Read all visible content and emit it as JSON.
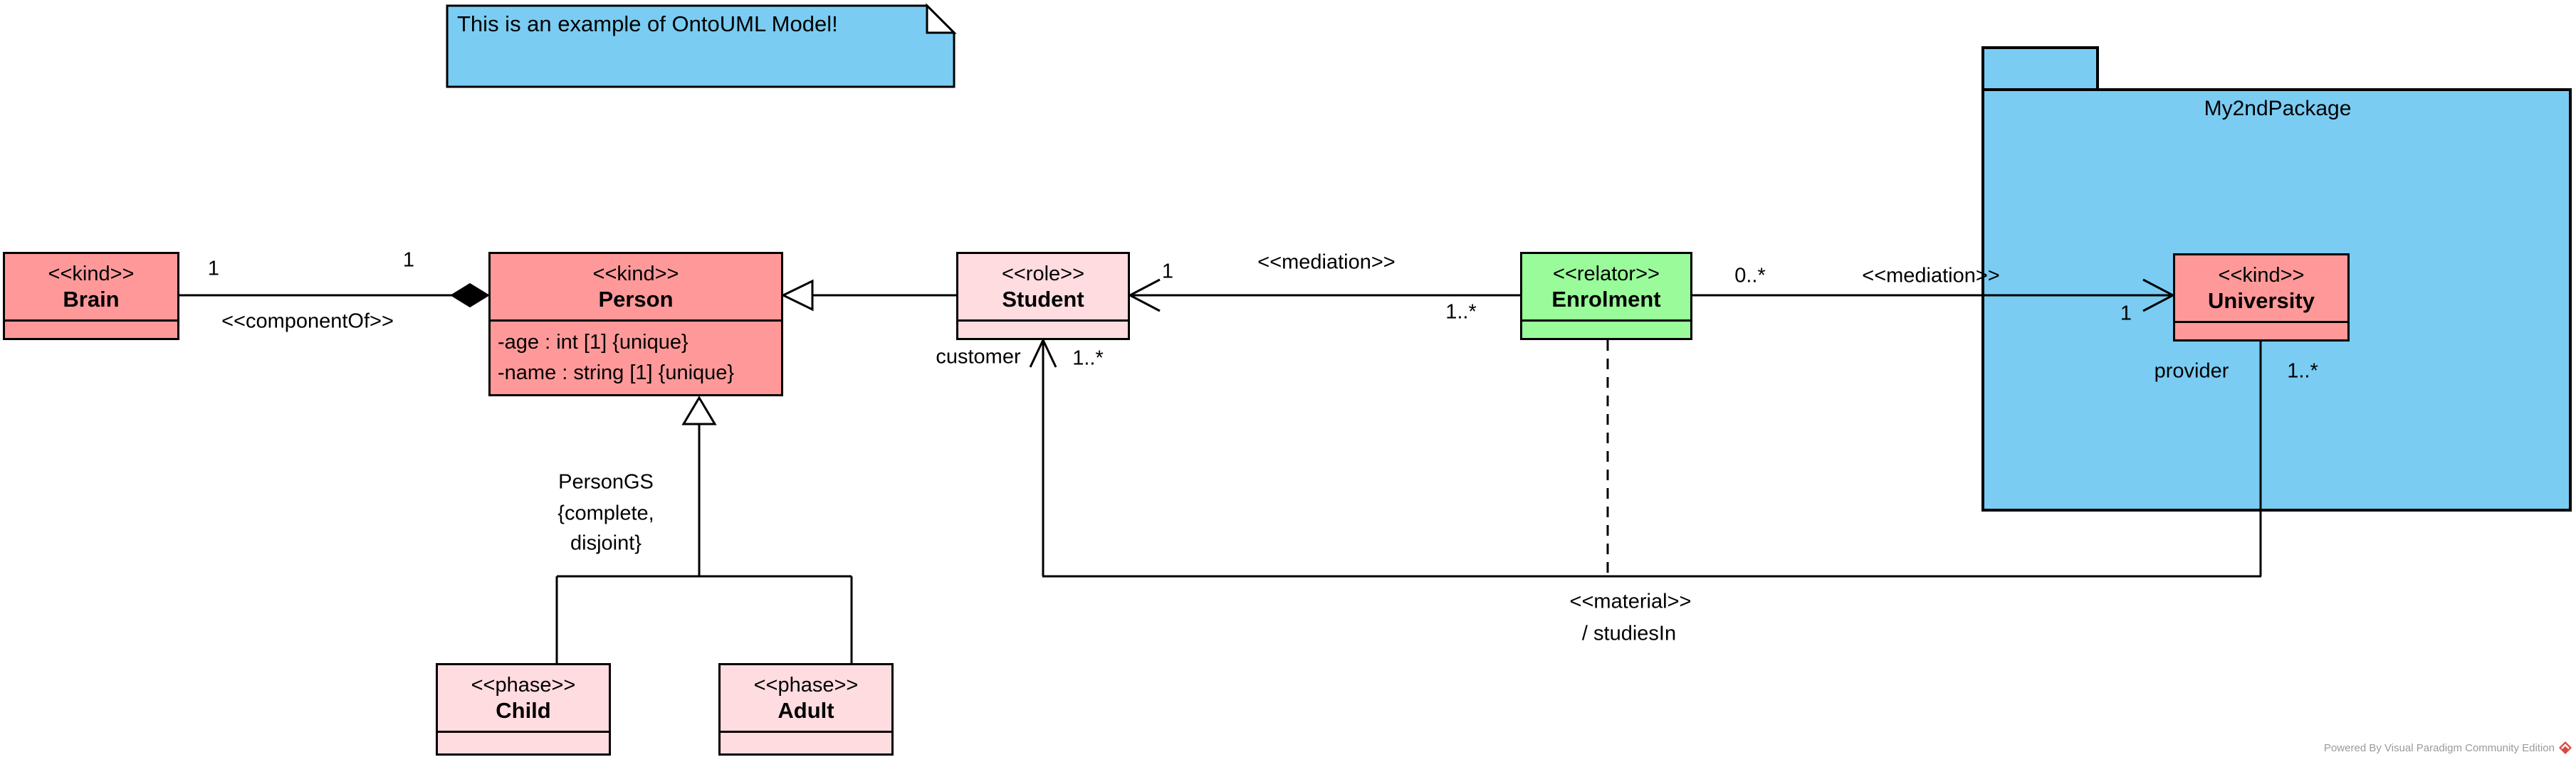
{
  "note": {
    "text": "This is an example of OntoUML Model!"
  },
  "package": {
    "name": "My2ndPackage"
  },
  "classes": [
    {
      "id": "brain",
      "stereotype": "<<kind>>",
      "name": "Brain"
    },
    {
      "id": "person",
      "stereotype": "<<kind>>",
      "name": "Person",
      "attributes": [
        "-age : int [1] {unique}",
        "-name : string [1] {unique}"
      ]
    },
    {
      "id": "student",
      "stereotype": "<<role>>",
      "name": "Student"
    },
    {
      "id": "enrolment",
      "stereotype": "<<relator>>",
      "name": "Enrolment"
    },
    {
      "id": "university",
      "stereotype": "<<kind>>",
      "name": "University"
    },
    {
      "id": "child",
      "stereotype": "<<phase>>",
      "name": "Child"
    },
    {
      "id": "adult",
      "stereotype": "<<phase>>",
      "name": "Adult"
    }
  ],
  "relationships": {
    "componentOf": {
      "label": "<<componentOf>>",
      "brain_multiplicity": "1",
      "person_multiplicity": "1"
    },
    "mediation_student": {
      "label": "<<mediation>>",
      "student_multiplicity": "1",
      "enrolment_multiplicity": "1..*"
    },
    "mediation_university": {
      "label": "<<mediation>>",
      "enrolment_multiplicity": "0..*",
      "university_multiplicity": "1"
    },
    "material": {
      "label": "<<material>>",
      "name": "/ studiesIn",
      "customer_role": "customer",
      "customer_multiplicity": "1..*",
      "provider_role": "provider",
      "provider_multiplicity": "1..*"
    },
    "generalization_set": {
      "name": "PersonGS",
      "constraints": [
        "{complete,",
        "disjoint}"
      ]
    }
  },
  "footer": {
    "powered_by": "Powered By Visual Paradigm Community Edition"
  },
  "colors": {
    "kind_pink": "#FF9999",
    "phase_pink": "#FFDCE0",
    "relator_green": "#99FB99",
    "note_blue": "#7ACCF2",
    "line_black": "#000000",
    "watermark_gray": "#9A9A9A",
    "logo_red": "#D9483F"
  }
}
